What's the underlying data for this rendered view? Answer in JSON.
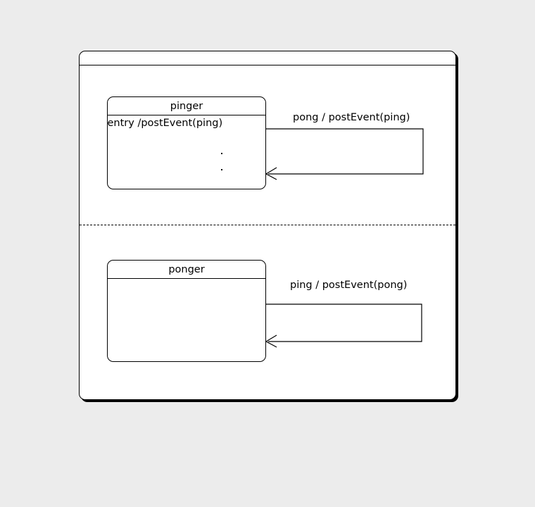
{
  "diagram": {
    "type": "uml-state-machine",
    "background_color": "#ececec",
    "stroke_color": "#000000",
    "fill_color": "#ffffff",
    "frame": {
      "title": "",
      "name": "state-machine-region-frame"
    },
    "regions": [
      {
        "index": 0,
        "name": "pinger-region",
        "state": {
          "name": "pinger",
          "internal_action": "entry /postEvent(ping)",
          "ellipsis_dots": 2
        },
        "self_transition": {
          "label": "pong / postEvent(ping)"
        }
      },
      {
        "index": 1,
        "name": "ponger-region",
        "state": {
          "name": "ponger",
          "internal_action": "",
          "ellipsis_dots": 0
        },
        "self_transition": {
          "label": "ping / postEvent(pong)"
        }
      }
    ]
  }
}
